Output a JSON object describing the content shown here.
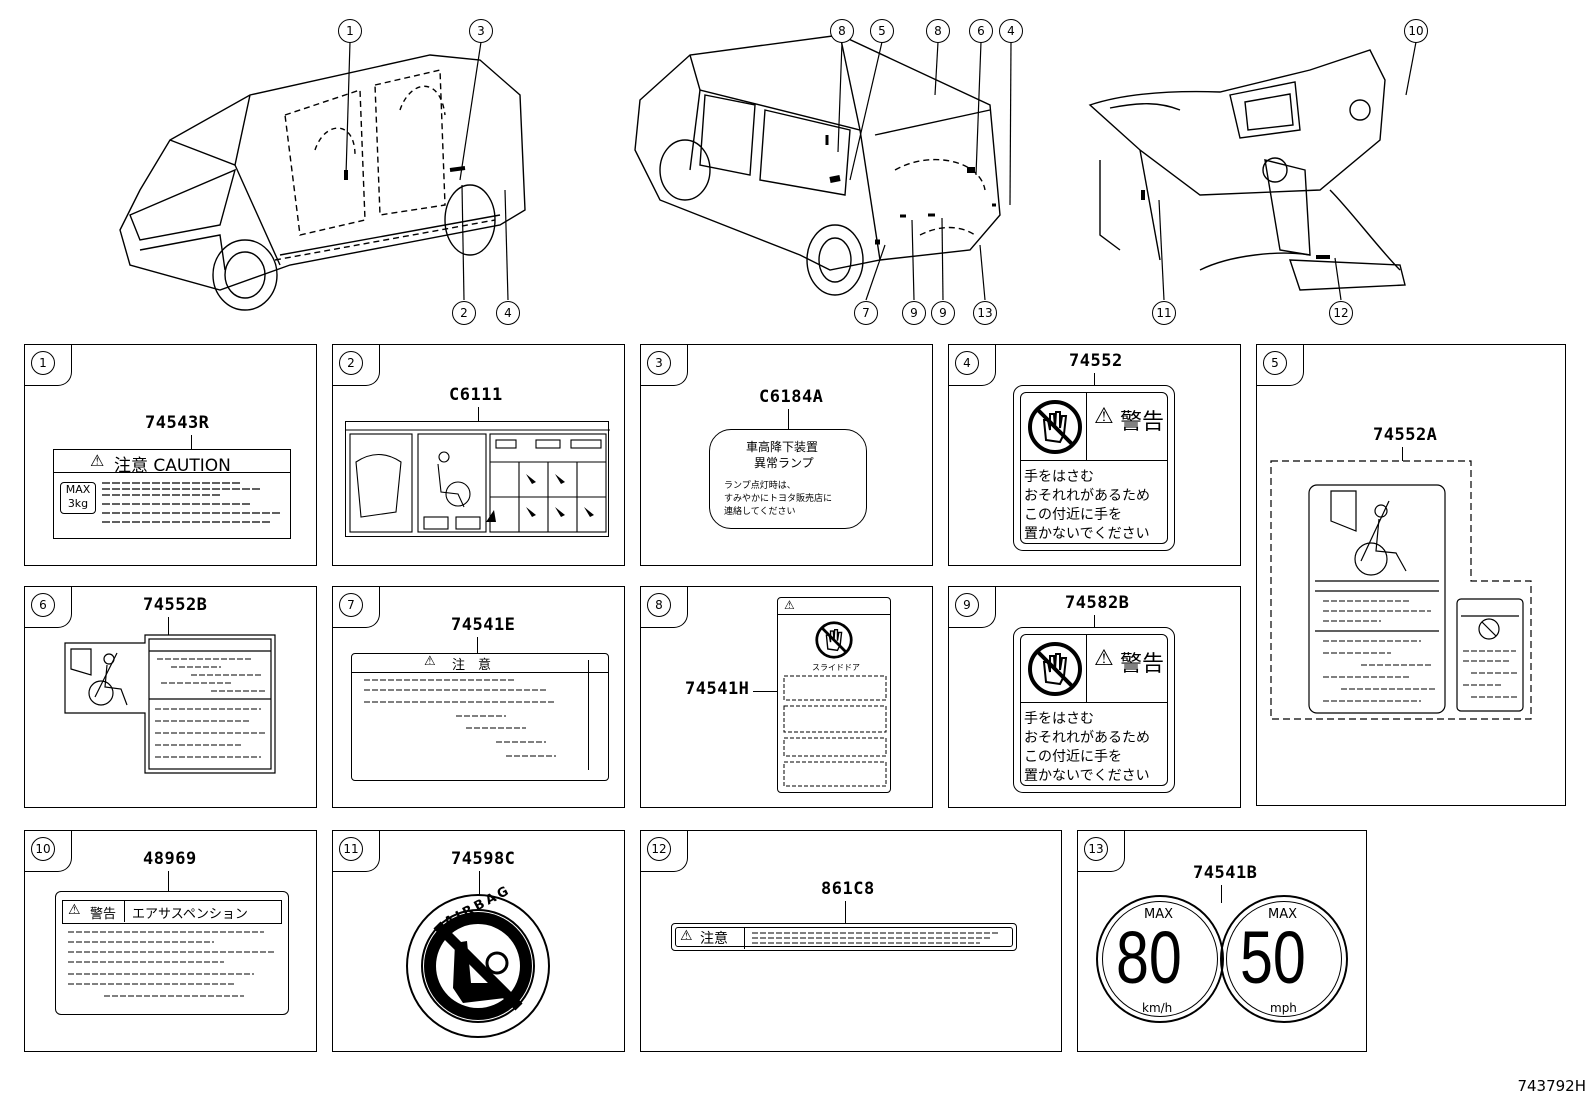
{
  "diagram_code": "743792H",
  "callouts_top": [
    "1",
    "3",
    "2",
    "4",
    "8",
    "5",
    "8",
    "6",
    "4",
    "7",
    "9",
    "9",
    "13",
    "10",
    "11",
    "12"
  ],
  "panels": {
    "p1": {
      "num": "1",
      "code": "74543R",
      "caution_text": "注意 CAUTION",
      "max_line1": "MAX",
      "max_line2": "3kg"
    },
    "p2": {
      "num": "2",
      "code": "C6111"
    },
    "p3": {
      "num": "3",
      "code": "C6184A",
      "title_line1": "車高降下装置",
      "title_line2": "異常ランプ",
      "body_line1": "ランプ点灯時は、",
      "body_line2": "すみやかにトヨタ販売店に",
      "body_line3": "連絡してください"
    },
    "p4": {
      "num": "4",
      "code": "74552",
      "warn": "警告",
      "line1": "手をはさむ",
      "line2": "おそれれがあるため",
      "line3": "この付近に手を",
      "line4": "置かないでください"
    },
    "p5": {
      "num": "5",
      "code": "74552A"
    },
    "p6": {
      "num": "6",
      "code": "74552B"
    },
    "p7": {
      "num": "7",
      "code": "74541E",
      "head": "注　意"
    },
    "p8": {
      "num": "8",
      "code": "74541H",
      "sub": "スライドドア"
    },
    "p9": {
      "num": "9",
      "code": "74582B",
      "warn": "警告",
      "line1": "手をはさむ",
      "line2": "おそれれがあるため",
      "line3": "この付近に手を",
      "line4": "置かないでください"
    },
    "p10": {
      "num": "10",
      "code": "48969",
      "warn": "警告",
      "title": "エアサスペンション"
    },
    "p11": {
      "num": "11",
      "code": "74598C",
      "ring_text": "AIRBAG"
    },
    "p12": {
      "num": "12",
      "code": "861C8",
      "caution": "注意"
    },
    "p13": {
      "num": "13",
      "code": "74541B",
      "max1": "MAX",
      "speed1": "80",
      "unit1": "km/h",
      "max2": "MAX",
      "speed2": "50",
      "unit2": "mph"
    }
  }
}
